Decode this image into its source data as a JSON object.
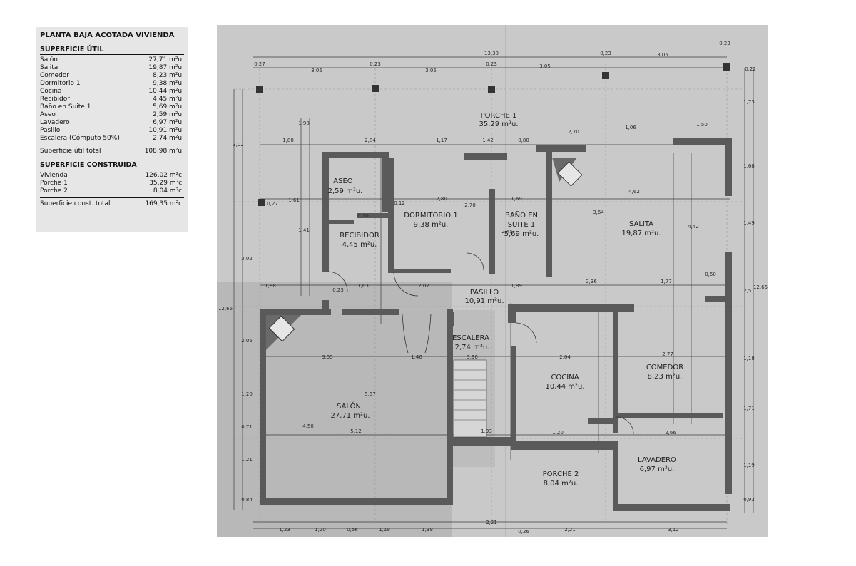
{
  "legend": {
    "title": "PLANTA BAJA ACOTADA VIVIENDA",
    "useful": {
      "heading": "SUPERFICIE ÚTIL",
      "rows": [
        {
          "name": "Salón",
          "value": "27,71 m²u."
        },
        {
          "name": "Salita",
          "value": "19,87 m²u."
        },
        {
          "name": "Comedor",
          "value": "8,23 m²u."
        },
        {
          "name": "Dormitorio 1",
          "value": "9,38 m²u."
        },
        {
          "name": "Cocina",
          "value": "10,44 m²u."
        },
        {
          "name": "Recibidor",
          "value": "4,45 m²u."
        },
        {
          "name": "Baño en Suite 1",
          "value": "5,69 m²u."
        },
        {
          "name": "Aseo",
          "value": "2,59 m²u."
        },
        {
          "name": "Lavadero",
          "value": "6,97 m²u."
        },
        {
          "name": "Pasillo",
          "value": "10,91 m²u."
        },
        {
          "name": "Escalera (Cómputo 50%)",
          "value": "2,74 m²u."
        }
      ],
      "total_label": "Superficie útil total",
      "total_value": "108,98 m²u."
    },
    "built": {
      "heading": "SUPERFICIE CONSTRUIDA",
      "rows": [
        {
          "name": "Vivienda",
          "value": "126,02 m²c."
        },
        {
          "name": "Porche 1",
          "value": "35,29 m²c."
        },
        {
          "name": "Porche 2",
          "value": "8,04 m²c."
        }
      ],
      "total_label": "Superficie const. total",
      "total_value": "169,35 m²c."
    }
  },
  "plan": {
    "rooms": {
      "porche1": {
        "name": "PORCHE 1",
        "area": "35,29 m²u."
      },
      "aseo": {
        "name": "ASEO",
        "area": "2,59 m²u."
      },
      "dormitorio": {
        "name": "DORMITORIO 1",
        "area": "9,38 m²u."
      },
      "bano": {
        "name": "BAÑO EN",
        "name2": "SUITE 1",
        "area": "5,69 m²u."
      },
      "salita": {
        "name": "SALITA",
        "area": "19,87 m²u."
      },
      "recibidor": {
        "name": "RECIBIDOR",
        "area": "4,45 m²u."
      },
      "pasillo": {
        "name": "PASILLO",
        "area": "10,91 m²u."
      },
      "escalera": {
        "name": "ESCALERA",
        "area": "2,74 m²u."
      },
      "salon": {
        "name": "SALÓN",
        "area": "27,71 m²u."
      },
      "cocina": {
        "name": "COCINA",
        "area": "10,44 m²u."
      },
      "comedor": {
        "name": "COMEDOR",
        "area": "8,23 m²u."
      },
      "porche2": {
        "name": "PORCHE 2",
        "area": "8,04 m²u."
      },
      "lavadero": {
        "name": "LAVADERO",
        "area": "6,97 m²u."
      }
    },
    "dims": {
      "top_total": "13,38",
      "top": [
        "0,27",
        "3,05",
        "0,23",
        "3,05",
        "0,23",
        "3,05",
        "0,23",
        "3,05",
        "0,23"
      ],
      "bottom": [
        "1,23",
        "1,20",
        "0,56",
        "1,19",
        "1,39",
        "2,21",
        "0,26",
        "2,21",
        "3,12"
      ],
      "left": [
        "3,02",
        "3,02",
        "2,05",
        "1,20",
        "0,71",
        "1,21",
        "0,84"
      ],
      "right": [
        "0,22",
        "1,73",
        "1,68",
        "1,49",
        "2,51",
        "1,18",
        "1,71",
        "1,19",
        "0,93"
      ],
      "right_total": "12,66",
      "left_total": "12,66",
      "interior": [
        "1,88",
        "2,84",
        "1,17",
        "1,42",
        "0,80",
        "2,70",
        "1,06",
        "1,50",
        "1,61",
        "2,80",
        "1,69",
        "4,62",
        "1,88",
        "1,63",
        "2,07",
        "1,89",
        "2,36",
        "1,77",
        "3,55",
        "1,46",
        "3,96",
        "2,64",
        "2,77",
        "5,12",
        "1,93",
        "1,20",
        "2,66",
        "5,57",
        "4,50",
        "3,64",
        "4,42",
        "2,70",
        "2,45",
        "1,98",
        "1,41",
        "0,50",
        "0,27",
        "0,23",
        "0,10",
        "0,12"
      ]
    }
  }
}
